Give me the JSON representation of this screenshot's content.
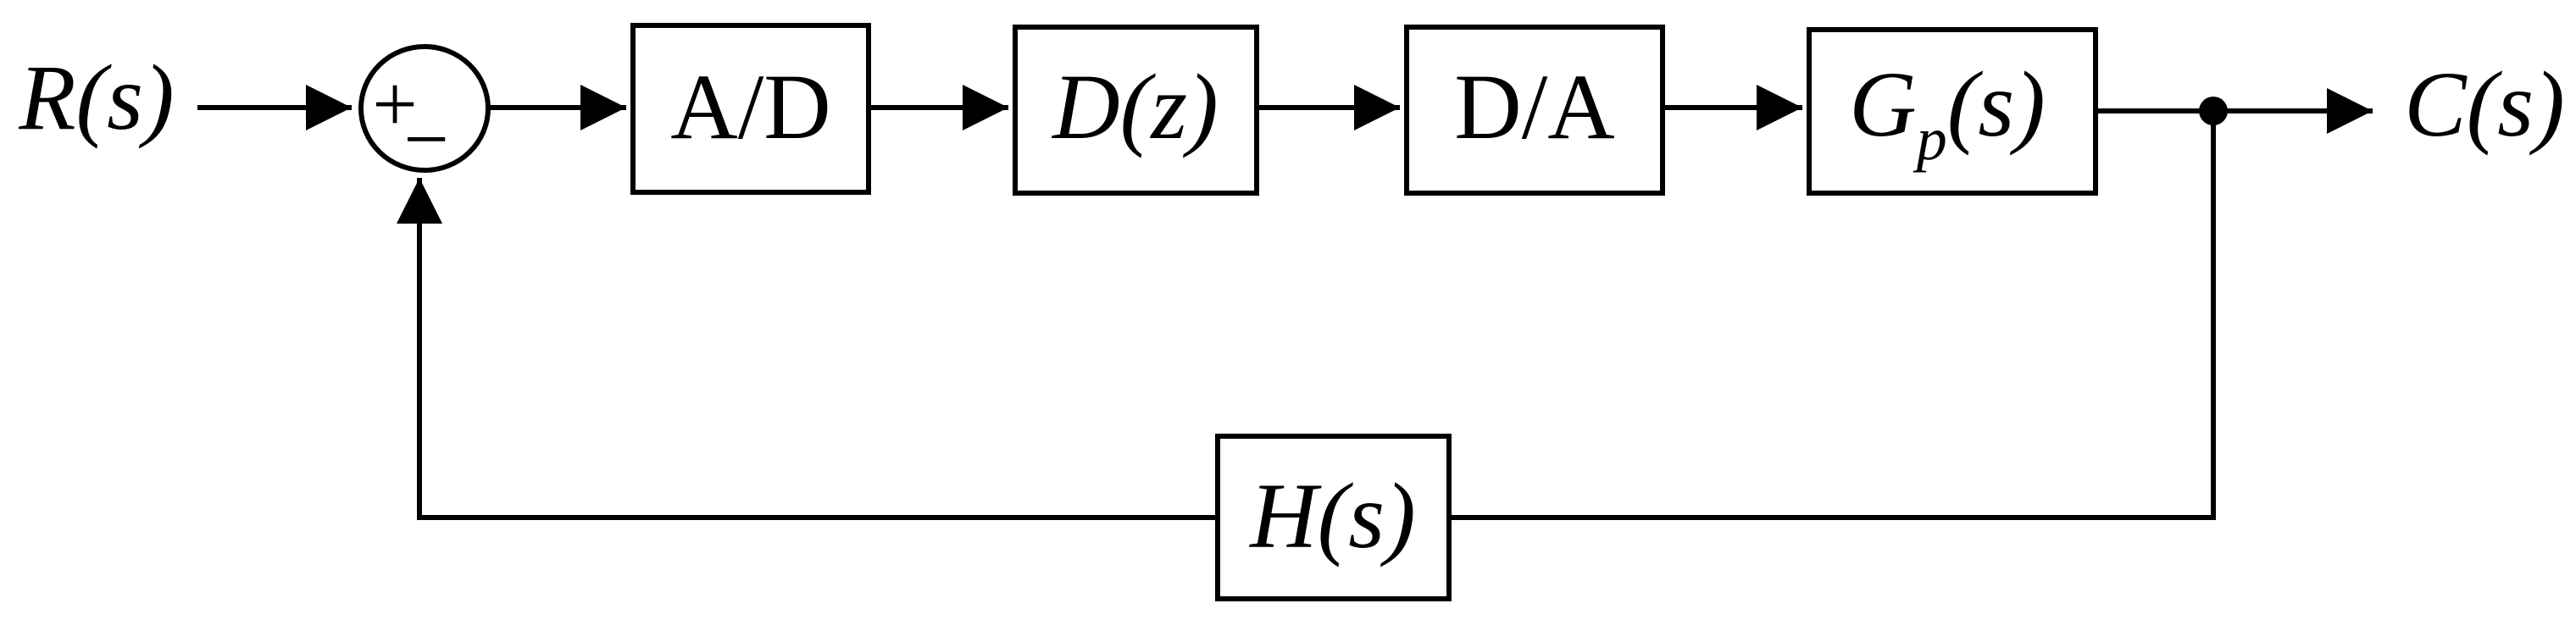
{
  "diagram": {
    "kind": "sampled-data-feedback-control-block-diagram",
    "colors": {
      "line": "#000000",
      "background": "#ffffff"
    },
    "input_label": "R(s)",
    "output_label": "C(s)",
    "summing_junction": {
      "plus": "+",
      "minus": "−"
    },
    "forward_blocks": [
      {
        "label": "A/D"
      },
      {
        "label": "D(z)"
      },
      {
        "label": "D/A"
      }
    ],
    "plant_block": {
      "base": "G",
      "sub": "p",
      "args": "(s)"
    },
    "feedback_block": {
      "label": "H(s)"
    }
  }
}
